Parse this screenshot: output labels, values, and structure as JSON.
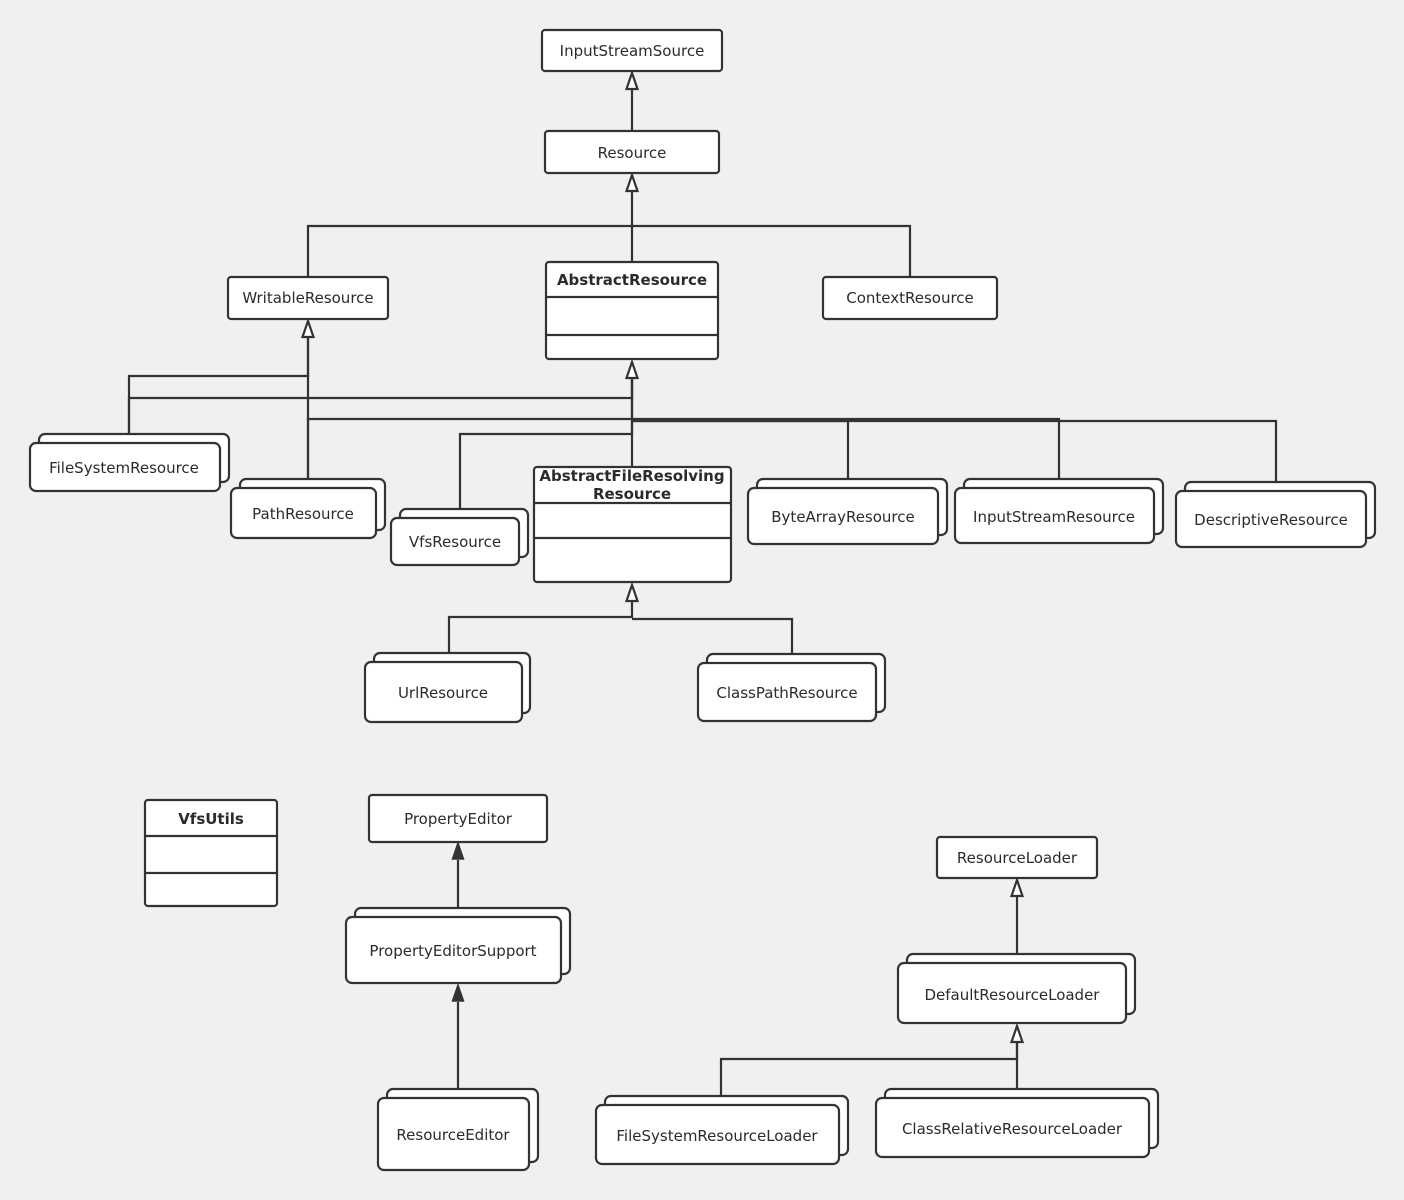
{
  "nodes": {
    "inputstreamsource": {
      "label": "InputStreamSource"
    },
    "resource": {
      "label": "Resource"
    },
    "writableresource": {
      "label": "WritableResource"
    },
    "abstractresource": {
      "label": "AbstractResource"
    },
    "contextresource": {
      "label": "ContextResource"
    },
    "filesystemresource": {
      "label": "FileSystemResource"
    },
    "pathresource": {
      "label": "PathResource"
    },
    "vfsresource": {
      "label": "VfsResource"
    },
    "abstractfileresolvingresource": {
      "line1": "AbstractFileResolving",
      "line2": "Resource"
    },
    "bytearrayresource": {
      "label": "ByteArrayResource"
    },
    "inputstreamresource": {
      "label": "InputStreamResource"
    },
    "descriptiveresource": {
      "label": "DescriptiveResource"
    },
    "urlresource": {
      "label": "UrlResource"
    },
    "classpathresource": {
      "label": "ClassPathResource"
    },
    "vfsutils": {
      "label": "VfsUtils"
    },
    "propertyeditor": {
      "label": "PropertyEditor"
    },
    "propertyeditorsupport": {
      "label": "PropertyEditorSupport"
    },
    "resourceeditor": {
      "label": "ResourceEditor"
    },
    "resourceloader": {
      "label": "ResourceLoader"
    },
    "defaultresourceloader": {
      "label": "DefaultResourceLoader"
    },
    "filesystemresourceloader": {
      "label": "FileSystemResourceLoader"
    },
    "classrelativeresourceloader": {
      "label": "ClassRelativeResourceLoader"
    }
  }
}
